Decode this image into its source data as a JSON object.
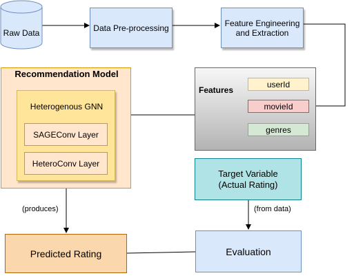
{
  "nodes": {
    "raw_data": "Raw Data",
    "preprocessing": "Data Pre-processing",
    "feature_engineering": "Feature Engineering and Extraction",
    "recommendation_model": "Recommendation Model",
    "gnn": "Heterogenous GNN",
    "sageconv": "SAGEConv Layer",
    "heteroconv": "HeteroConv Layer",
    "features": "Features",
    "user_id": "userId",
    "movie_id": "movieId",
    "genres": "genres",
    "target_variable": "Target Variable (Actual Rating)",
    "evaluation": "Evaluation",
    "predicted_rating": "Predicted Rating"
  },
  "edges": {
    "produces": "(produces)",
    "from_data": "(from data)"
  },
  "colors": {
    "process_fill": "#dae8fc",
    "model_fill": "#ffe6cc",
    "gnn_fill": "#ffe599",
    "target_fill": "#b0e3e6",
    "prediction_fill": "#fad7ac"
  }
}
